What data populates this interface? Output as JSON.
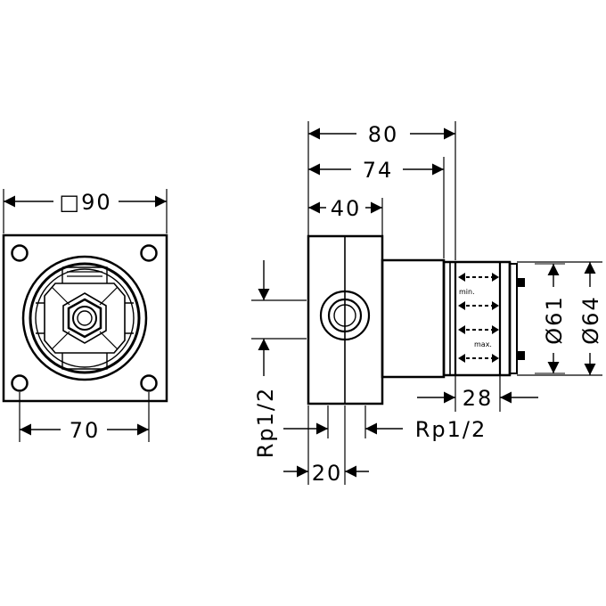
{
  "front_view": {
    "plate_size_label": "□90",
    "hole_spacing_label": "70"
  },
  "side_view": {
    "overall_length_label": "80",
    "length_74_label": "74",
    "body_length_label": "40",
    "connection_left_label": "Rp1/2",
    "connection_right_label": "Rp1/2",
    "connection_spacing_label": "20",
    "sleeve_length_label": "28",
    "inner_diameter_label": "Ø61",
    "outer_diameter_label": "Ø64",
    "min_marker_label": "min.",
    "max_marker_label": "max."
  }
}
